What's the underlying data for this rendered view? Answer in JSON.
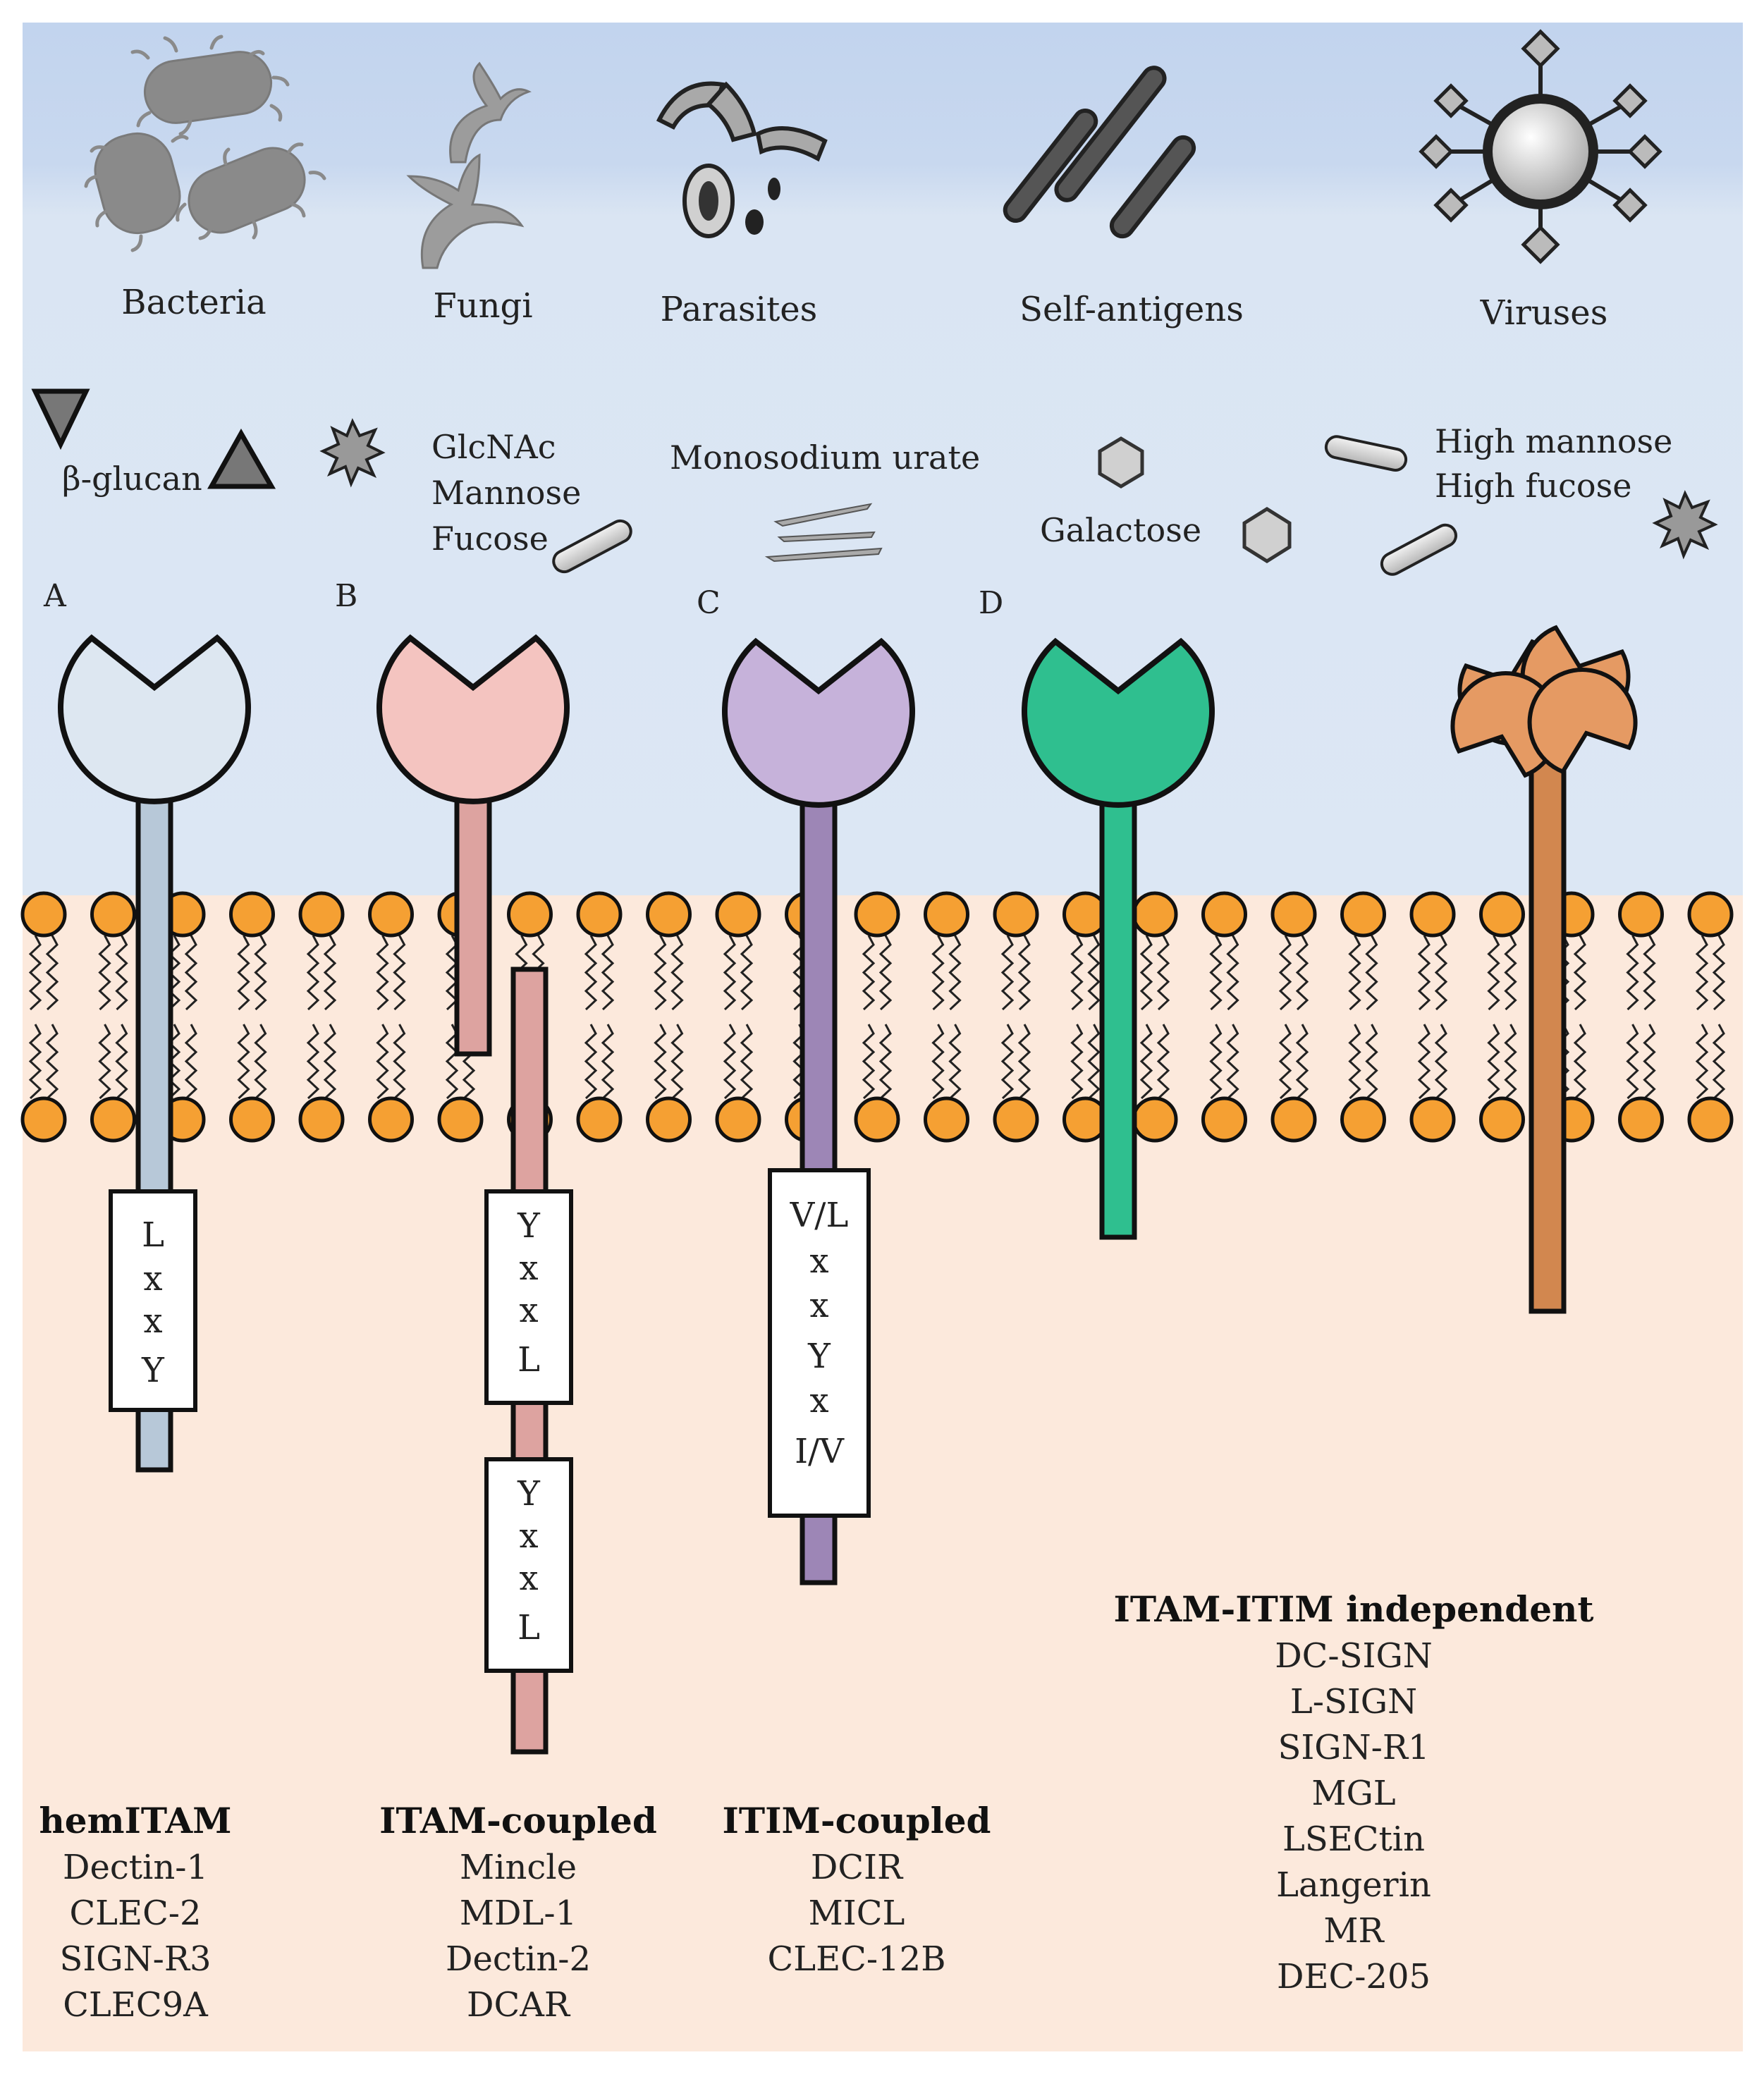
{
  "pathogens": {
    "bacteria": "Bacteria",
    "fungi": "Fungi",
    "parasites": "Parasites",
    "self_antigens": "Self-antigens",
    "viruses": "Viruses"
  },
  "ligands": {
    "beta_glucan": "β-glucan",
    "glcnac": "GlcNAc",
    "mannose": "Mannose",
    "fucose": "Fucose",
    "monosodium_urate": "Monosodium urate",
    "galactose": "Galactose",
    "high_mannose": "High mannose",
    "high_fucose": "High fucose"
  },
  "panel_labels": [
    "A",
    "B",
    "C",
    "D"
  ],
  "receptors": {
    "a": {
      "color": "#dde7f1",
      "stalk_color": "#b7c8d8",
      "motif": [
        "L",
        "x",
        "x",
        "Y"
      ]
    },
    "b": {
      "color": "#f4c4c0",
      "stalk_color": "#dda3a0",
      "motif_1": [
        "Y",
        "x",
        "x",
        "L"
      ],
      "motif_2": [
        "Y",
        "x",
        "x",
        "L"
      ]
    },
    "c": {
      "color": "#c6b2da",
      "stalk_color": "#9d86b6",
      "motif": [
        "V/L",
        "x",
        "x",
        "Y",
        "x",
        "I/V"
      ]
    },
    "d": {
      "color": "#2fbf8f",
      "stalk_color": "#2fbf8f"
    },
    "e": {
      "color": "#e59a63",
      "stalk_color": "#d2874f"
    }
  },
  "groups": {
    "hemitam": {
      "title": "hemITAM",
      "members": [
        "Dectin-1",
        "CLEC-2",
        "SIGN-R3",
        "CLEC9A"
      ]
    },
    "itam": {
      "title": "ITAM-coupled",
      "members": [
        "Mincle",
        "MDL-1",
        "Dectin-2",
        "DCAR"
      ]
    },
    "itim": {
      "title": "ITIM-coupled",
      "members": [
        "DCIR",
        "MICL",
        "CLEC-12B"
      ]
    },
    "independent": {
      "title": "ITAM-ITIM independent",
      "members": [
        "DC-SIGN",
        "L-SIGN",
        "SIGN-R1",
        "MGL",
        "LSECtin",
        "Langerin",
        "MR",
        "DEC-205"
      ]
    }
  },
  "colors": {
    "extracellular_top": "#c6d6ee",
    "extracellular": "#dbe6f4",
    "cytoplasm": "#fce9dc",
    "lipid_head": "#f5a033"
  }
}
